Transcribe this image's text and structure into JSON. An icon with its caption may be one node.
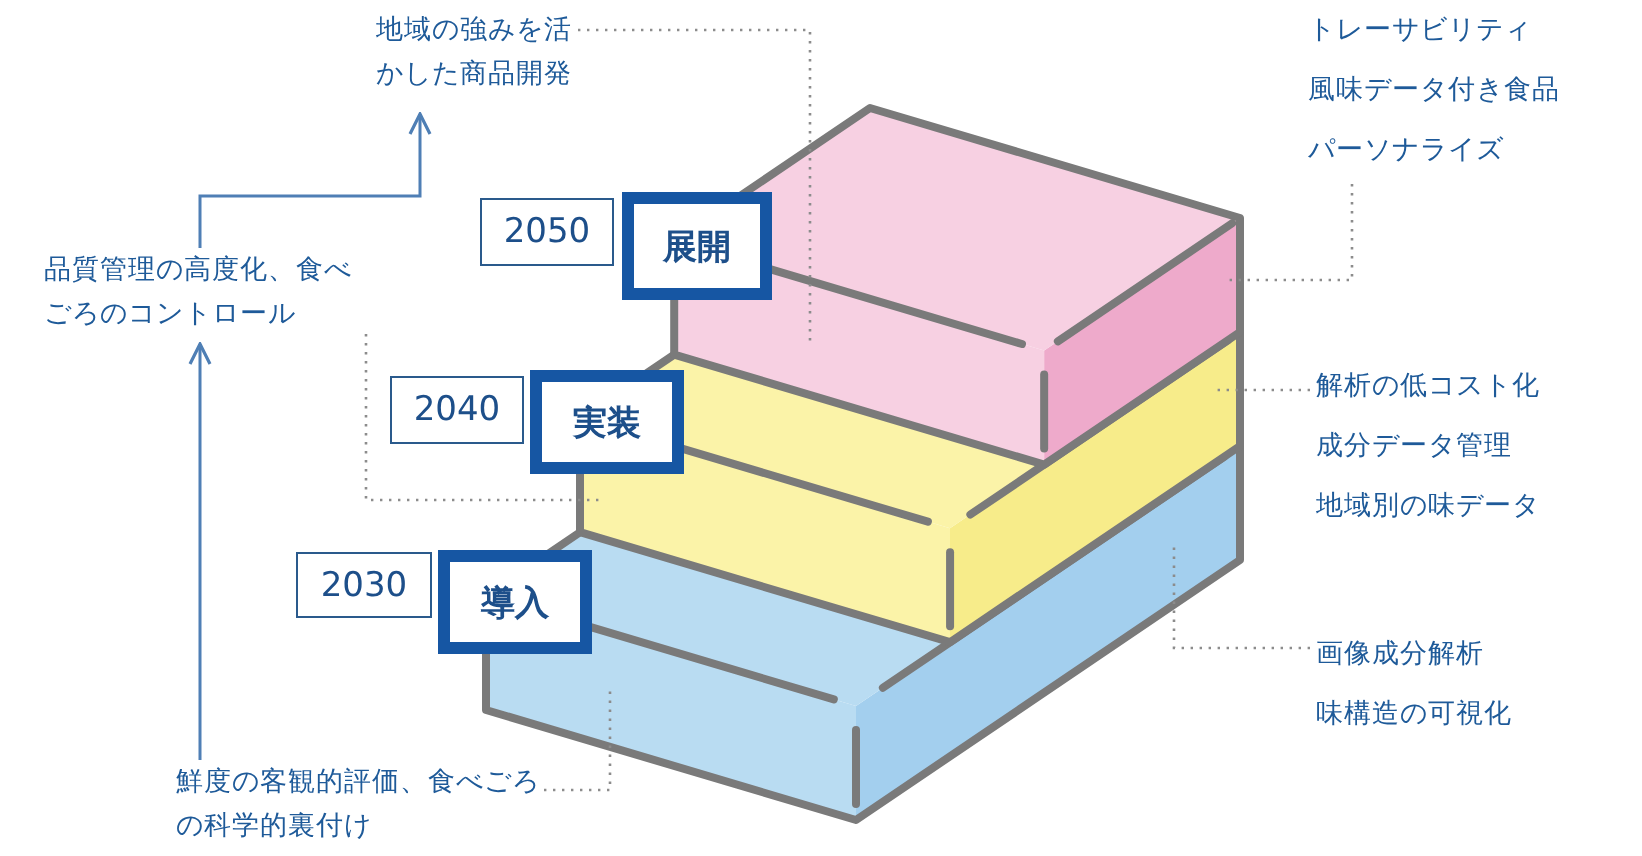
{
  "diagram": {
    "nodes": [
      {
        "text": [
          "地域の強みを活かした商品開発"
        ]
      },
      {
        "text": [
          "トレーサビリティ",
          "風味データ付き食品",
          "パーソナライズ"
        ]
      },
      {
        "text": [
          "品質管理の高度化、食べごろのコントロール"
        ]
      },
      {
        "text": [
          "2050"
        ]
      },
      {
        "text": [
          "展開"
        ]
      },
      {
        "text": [],
        "shape": "box"
      },
      {
        "text": [
          "解析の低コスト化",
          "成分データ管理",
          "地域別の味データ"
        ]
      },
      {
        "text": [
          "2040"
        ]
      },
      {
        "text": [
          "実装"
        ]
      },
      {
        "text": [],
        "shape": "box"
      },
      {
        "text": [
          "2030"
        ]
      },
      {
        "text": [
          "導入"
        ]
      },
      {
        "text": [],
        "shape": "box"
      },
      {
        "text": [
          "画像成分解析",
          "味構造の可視化"
        ]
      },
      {
        "text": [
          "鮮度の客観的評価、食べごろの科学的裏付け"
        ]
      }
    ],
    "edges": [
      {
        "from": 14,
        "to": 2,
        "arrow": "to",
        "color": "#4f7fb5"
      },
      {
        "from": 2,
        "to": 0,
        "arrow": "to",
        "color": "#4f7fb5"
      },
      {
        "from": 0,
        "to": 5,
        "arrow": "none",
        "style": "dashed"
      },
      {
        "from": 1,
        "to": 5,
        "arrow": "none",
        "style": "dashed"
      },
      {
        "from": 2,
        "to": 9,
        "arrow": "none",
        "style": "dashed"
      },
      {
        "from": 6,
        "to": 9,
        "arrow": "none",
        "style": "dashed"
      },
      {
        "from": 14,
        "to": 12,
        "arrow": "none",
        "style": "dashed"
      },
      {
        "from": 13,
        "to": 12,
        "arrow": "none",
        "style": "dashed"
      }
    ]
  }
}
